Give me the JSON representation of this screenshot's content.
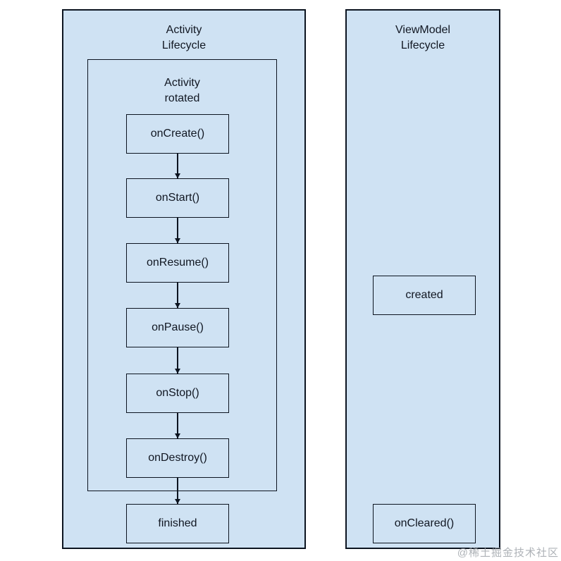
{
  "diagram": {
    "left_panel": {
      "title": "Activity\nLifecycle",
      "inner_group": {
        "title": "Activity\nrotated",
        "steps": [
          "onCreate()",
          "onStart()",
          "onResume()",
          "onPause()",
          "onStop()",
          "onDestroy()"
        ]
      },
      "final_state": "finished"
    },
    "right_panel": {
      "title": "ViewModel\nLifecycle",
      "states": [
        "created",
        "onCleared()"
      ]
    },
    "colors": {
      "panel_fill": "#cfe2f3",
      "border": "#0c1420",
      "text": "#111722",
      "watermark": "#9aa0a6"
    },
    "watermark": "@稀土掘金技术社区"
  }
}
